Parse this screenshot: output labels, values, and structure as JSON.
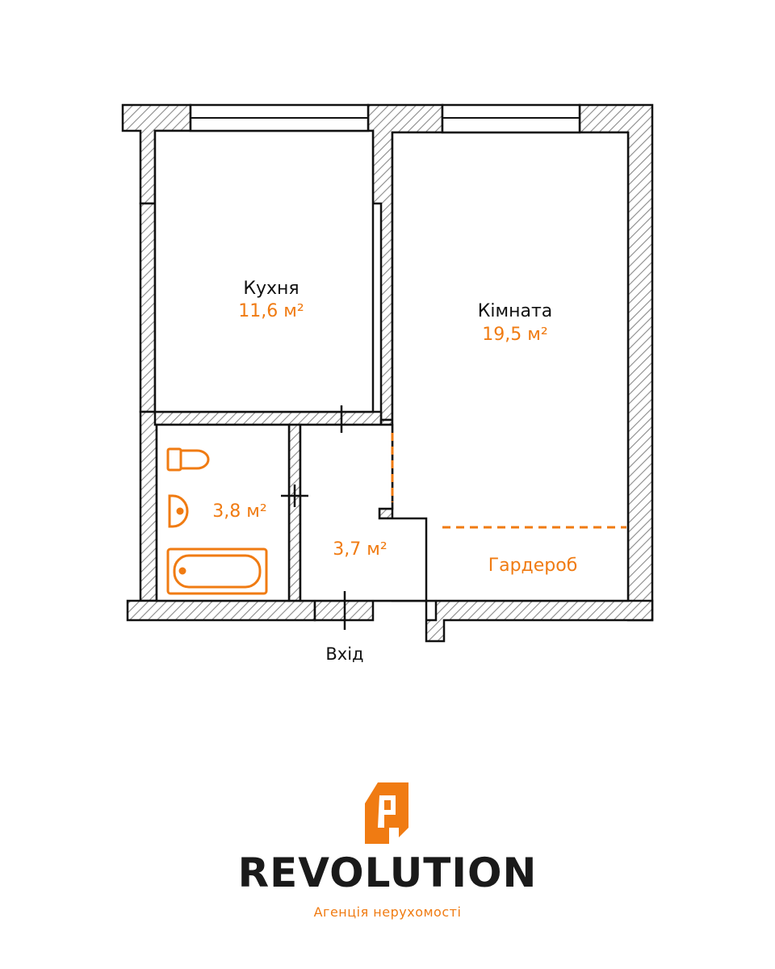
{
  "colors": {
    "accent": "#f07b12",
    "wall": "#111111",
    "background": "#ffffff"
  },
  "rooms": {
    "kitchen": {
      "name": "Кухня",
      "area": "11,6 м²"
    },
    "room": {
      "name": "Кімната",
      "area": "19,5 м²"
    },
    "bathroom": {
      "area": "3,8 м²"
    },
    "hall": {
      "area": "3,7 м²"
    },
    "wardrobe": {
      "name": "Гардероб"
    }
  },
  "entrance": {
    "label": "Вхід"
  },
  "fixtures": [
    "toilet-icon",
    "sink-icon",
    "bathtub-icon"
  ],
  "brand": {
    "name": "REVOLUTION",
    "tagline": "Агенція нерухомості",
    "logo_icon": "house-r-logo-icon"
  }
}
